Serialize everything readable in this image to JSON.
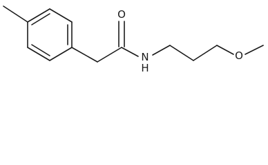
{
  "molecule": {
    "atoms": {
      "oxygen_carbonyl": "O",
      "nitrogen_amide": "N",
      "hydrogen_amide": "H",
      "oxygen_ether": "O"
    }
  }
}
